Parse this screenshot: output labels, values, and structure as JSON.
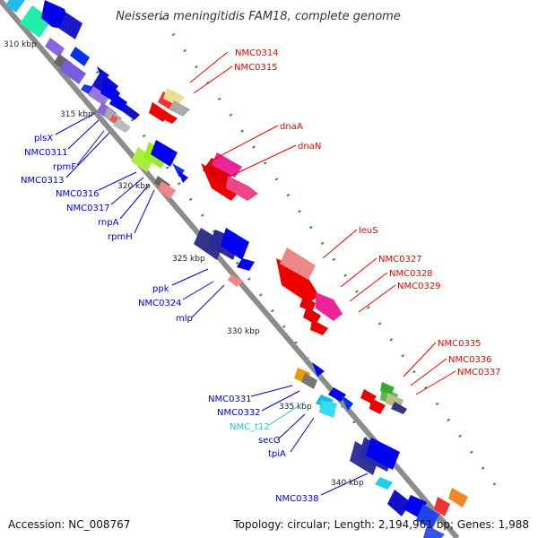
{
  "title": "Neisseria meningitidis FAM18, complete genome",
  "footer": {
    "accession": "Accession: NC_008767",
    "summary": "Topology: circular; Length: 2,194,961 bp; Genes: 1,988"
  },
  "kbp_labels": [
    "310 kbp",
    "315 kbp",
    "320 kbp",
    "325 kbp",
    "330 kbp",
    "335 kbp",
    "340 kbp"
  ],
  "labels_right": [
    "NMC0314",
    "NMC0315",
    "dnaA",
    "dnaN",
    "leuS",
    "NMC0327",
    "NMC0328",
    "NMC0329",
    "NMC0335",
    "NMC0336",
    "NMC0337"
  ],
  "labels_left": [
    "plsX",
    "NMC0311",
    "rpmF",
    "NMC0313",
    "NMC0316",
    "NMC0317",
    "rnpA",
    "rpmH",
    "ppk",
    "NMC0324",
    "mlp",
    "NMC0331",
    "NMC0332",
    "NMC_t12",
    "secG",
    "tpiA",
    "NMC0338"
  ],
  "colors": {
    "backbone": "#8c8c8c",
    "forward_label": "#ee0000",
    "reverse_label": "#0000cc",
    "rna_label": "#33bbdd",
    "tick_dots": "#229922"
  }
}
